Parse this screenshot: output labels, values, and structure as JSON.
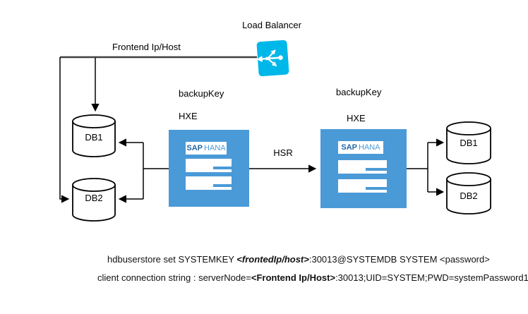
{
  "diagram": {
    "load_balancer": {
      "label": "Load Balancer"
    },
    "frontend": {
      "label": "Frontend Ip/Host"
    },
    "hsr": {
      "label": "HSR"
    },
    "left_node": {
      "backup_key": "backupKey",
      "title": "HXE",
      "logo": {
        "sap": "SAP",
        "hana": "HANA"
      }
    },
    "right_node": {
      "backup_key": "backupKey",
      "title": "HXE",
      "logo": {
        "sap": "SAP",
        "hana": "HANA"
      }
    },
    "left_db1": "DB1",
    "left_db2": "DB2",
    "right_db1": "DB1",
    "right_db2": "DB2"
  },
  "commands": {
    "hdbuserstore": {
      "prefix": "hdbuserstore set SYSTEMKEY ",
      "placeholder": "<frontedIp/host>",
      "suffix": ":30013@SYSTEMDB SYSTEM <password>"
    },
    "client_connection": {
      "prefix": "client connection string : serverNode=",
      "placeholder": "<Frontend Ip/Host>",
      "suffix": ":30013;UID=SYSTEM;PWD=systemPassword1"
    }
  },
  "colors": {
    "node_blue": "#4a9ad8",
    "load_balancer_cyan": "#00b7e9",
    "sap_logo_dark_blue": "#2567a8",
    "connector_dark": "#404040",
    "line_black": "#000000"
  }
}
